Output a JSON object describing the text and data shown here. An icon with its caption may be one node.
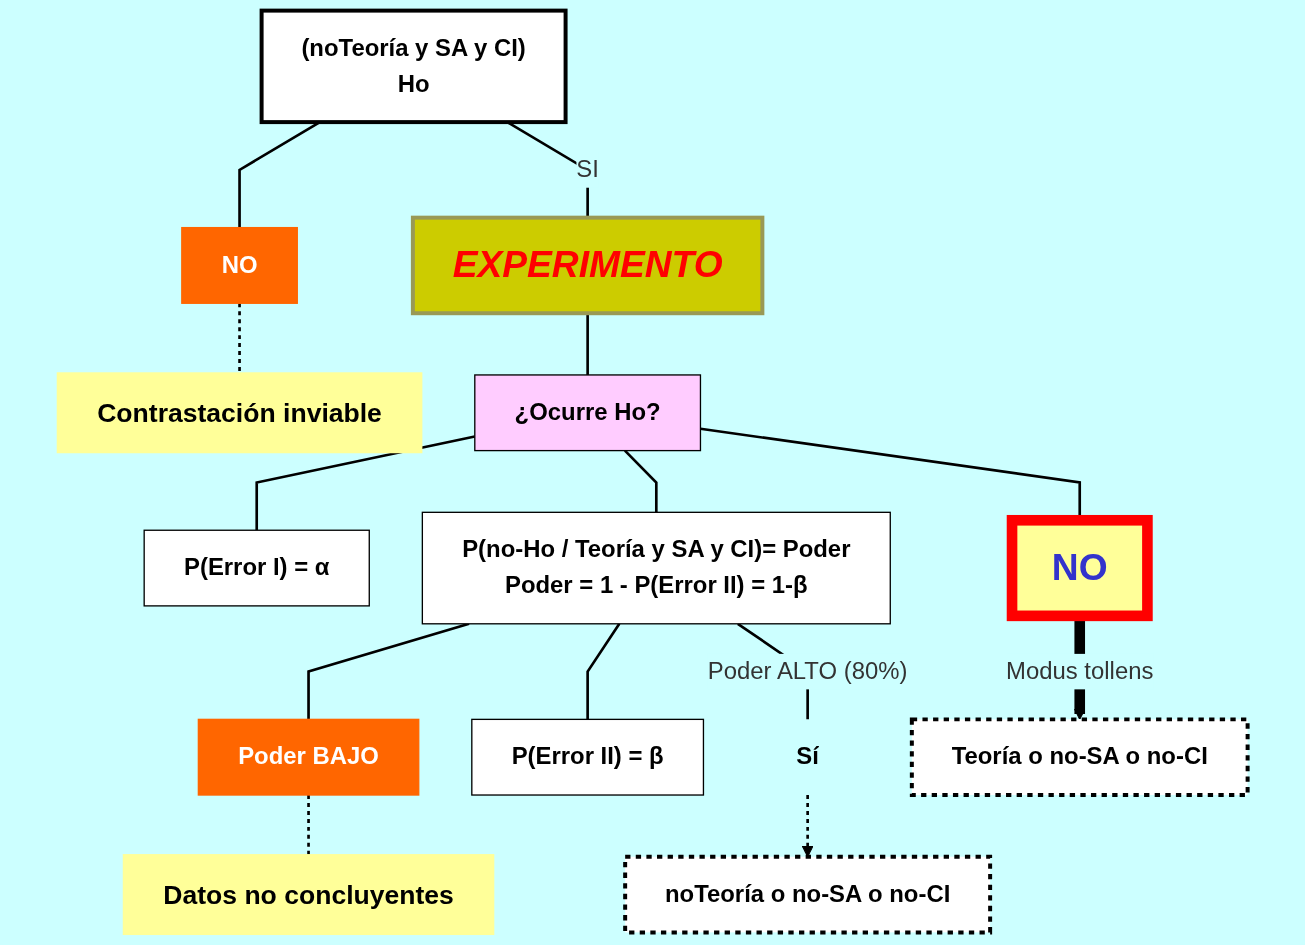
{
  "diagram": {
    "nodes": [
      {
        "text": [
          "(noTeoría y SA y CI)",
          "Ho"
        ]
      },
      {
        "text": [
          "NO"
        ]
      },
      {
        "text": [
          "Contrastación inviable"
        ]
      },
      {
        "text": [
          "EXPERIMENTO"
        ]
      },
      {
        "text": [
          "¿Ocurre Ho?"
        ]
      },
      {
        "text": [
          "P(Error I) = α"
        ]
      },
      {
        "text": [
          "P(no-Ho / Teoría y SA y CI)= Poder",
          "Poder = 1 - P(Error II) = 1-β"
        ]
      },
      {
        "text": [
          "Poder BAJO"
        ]
      },
      {
        "text": [
          "NO"
        ]
      },
      {
        "text": [
          "P(Error II) = β"
        ]
      },
      {
        "text": [
          "Sí"
        ]
      },
      {
        "text": [
          "Teoría o no-SA o no-CI"
        ]
      },
      {
        "text": [
          "noTeoría o no-SA o no-CI"
        ]
      },
      {
        "text": [
          "Datos no concluyentes"
        ]
      }
    ],
    "edges": [
      {
        "from": 0,
        "to": 3,
        "arrow": "none",
        "label": "SI"
      },
      {
        "from": 0,
        "to": 1,
        "arrow": "none"
      },
      {
        "from": 1,
        "to": 2,
        "arrow": "none",
        "style": "dashed"
      },
      {
        "from": 3,
        "to": 4,
        "arrow": "none"
      },
      {
        "from": 4,
        "to": 5,
        "arrow": "none"
      },
      {
        "from": 4,
        "to": 8,
        "arrow": "none"
      },
      {
        "from": 4,
        "to": 6,
        "arrow": "none"
      },
      {
        "from": 6,
        "to": 7,
        "arrow": "none"
      },
      {
        "from": 7,
        "to": 13,
        "arrow": "none",
        "style": "dashed"
      },
      {
        "from": 6,
        "to": 10,
        "arrow": "none",
        "label": "Poder ALTO (80%)"
      },
      {
        "from": 6,
        "to": 9,
        "arrow": "none"
      },
      {
        "from": 10,
        "to": 12,
        "arrow": "to",
        "style": "dashed"
      },
      {
        "from": 8,
        "to": 11,
        "arrow": "to",
        "style": "thick",
        "label": "Modus tollens"
      }
    ]
  }
}
